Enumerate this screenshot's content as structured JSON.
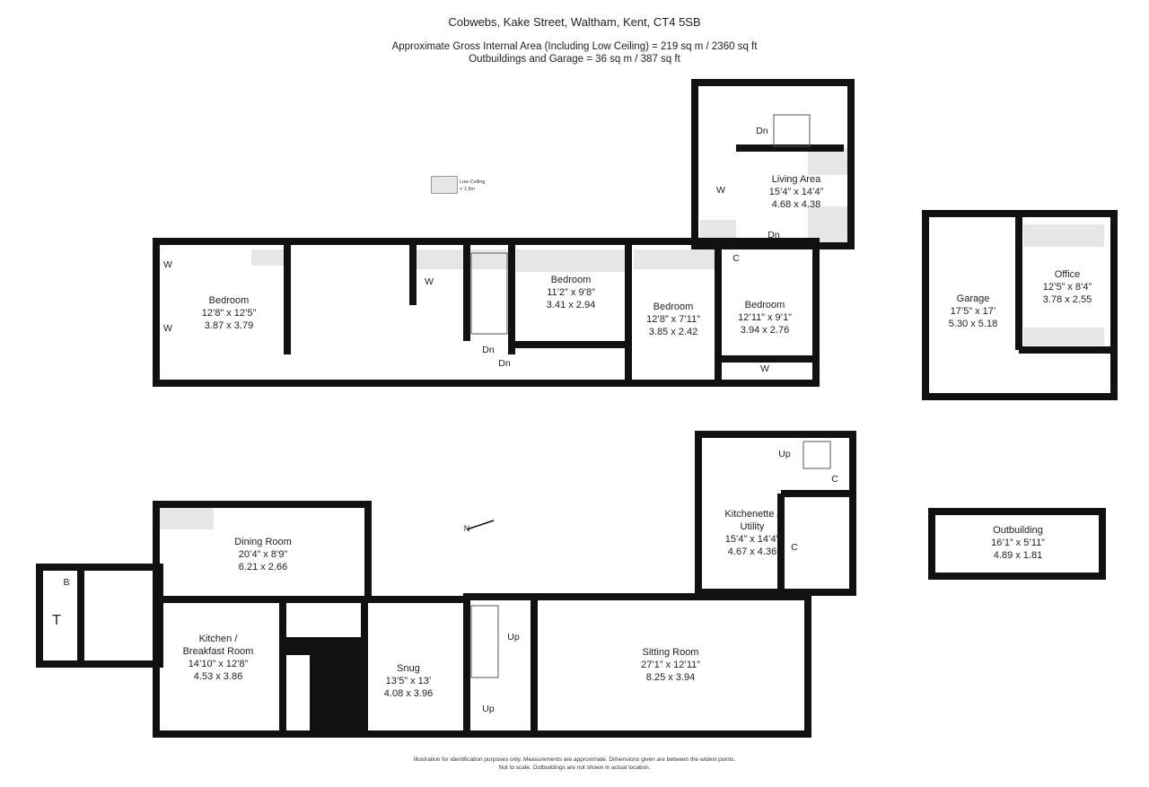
{
  "header": {
    "address": "Cobwebs, Kake Street, Waltham, Kent, CT4 5SB",
    "gross_area": "Approximate Gross Internal Area (Including Low Ceiling) = 219 sq m / 2360 sq ft",
    "outbuildings_area": "Outbuildings and Garage = 36 sq m / 387 sq ft"
  },
  "legend": {
    "label": "Low Ceiling",
    "sublabel": "< 1.5m",
    "color": "#e6e6e6"
  },
  "footer": {
    "line1": "Illustration for identification purposes only.  Measurements are approximate. Dimensions given are between the widest points.",
    "line2": "Not to scale.  Outbuildings are not shown in actual location."
  },
  "rooms": {
    "bedroom1": {
      "name": "Bedroom",
      "imperial": "12’8” x 12’5”",
      "metric": "3.87 x 3.79"
    },
    "bedroom2": {
      "name": "Bedroom",
      "imperial": "11’2” x 9’8”",
      "metric": "3.41 x 2.94"
    },
    "bedroom3": {
      "name": "Bedroom",
      "imperial": "12’8” x 7’11”",
      "metric": "3.85 x 2.42"
    },
    "bedroom4": {
      "name": "Bedroom",
      "imperial": "12’11” x 9’1”",
      "metric": "3.94 x 2.76"
    },
    "living": {
      "name": "Living Area",
      "imperial": "15’4” x 14’4”",
      "metric": "4.68 x 4.38"
    },
    "garage": {
      "name": "Garage",
      "imperial": "17’5” x 17’",
      "metric": "5.30 x 5.18"
    },
    "office": {
      "name": "Office",
      "imperial": "12’5” x 8’4”",
      "metric": "3.78 x 2.55"
    },
    "outbuilding": {
      "name": "Outbuilding",
      "imperial": "16’1” x 5’11”",
      "metric": "4.89 x 1.81"
    },
    "dining": {
      "name": "Dining Room",
      "imperial": "20’4” x 8’9”",
      "metric": "6.21 x 2.66"
    },
    "kitchen": {
      "name": "Kitchen /",
      "name2": "Breakfast Room",
      "imperial": "14’10” x 12’8”",
      "metric": "4.53 x 3.86"
    },
    "snug": {
      "name": "Snug",
      "imperial": "13’5” x 13’",
      "metric": "4.08 x 3.96"
    },
    "sitting": {
      "name": "Sitting Room",
      "imperial": "27’1” x 12’11”",
      "metric": "8.25 x 3.94"
    },
    "kitchenette": {
      "name": "Kitchenette /",
      "name2": "Utility",
      "imperial": "15’4” x 14’4”",
      "metric": "4.67 x 4.36"
    }
  },
  "markers": {
    "w": "W",
    "c": "C",
    "b": "B",
    "t": "T",
    "dn": "Dn",
    "up": "Up",
    "north": "N"
  }
}
